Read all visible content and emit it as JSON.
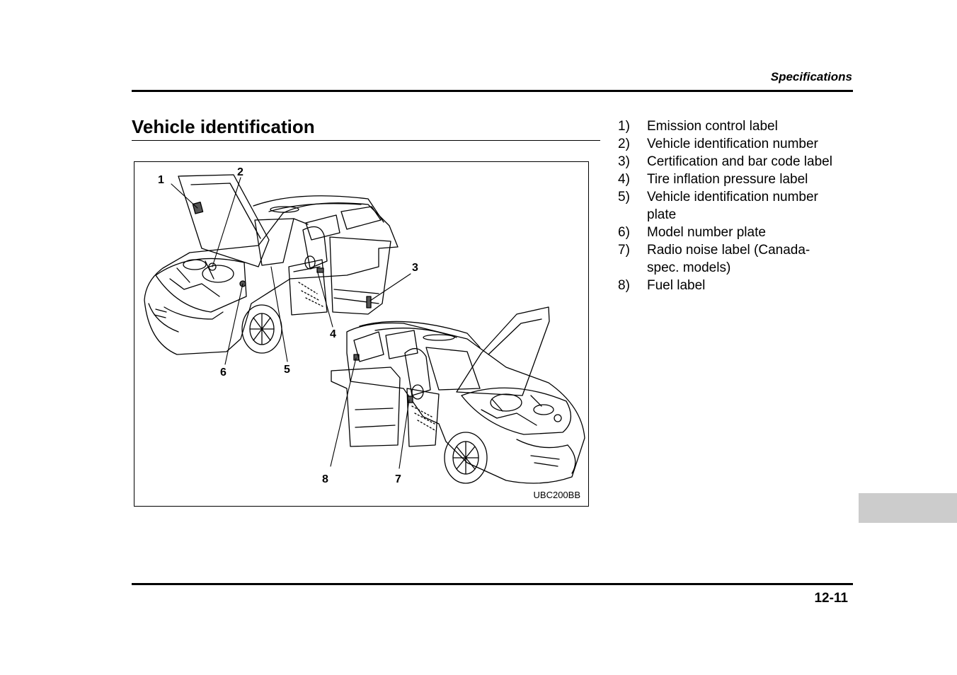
{
  "header": {
    "section": "Specifications"
  },
  "title": "Vehicle identification",
  "figure": {
    "callouts": [
      "1",
      "2",
      "3",
      "4",
      "5",
      "6",
      "7",
      "8"
    ],
    "code": "UBC200BB"
  },
  "legend": [
    {
      "num": "1)",
      "text": "Emission control label"
    },
    {
      "num": "2)",
      "text": "Vehicle identification number"
    },
    {
      "num": "3)",
      "text": "Certification and bar code label"
    },
    {
      "num": "4)",
      "text": "Tire inflation pressure label"
    },
    {
      "num": "5)",
      "text": "Vehicle identification number plate"
    },
    {
      "num": "6)",
      "text": "Model number plate"
    },
    {
      "num": "7)",
      "text": "Radio noise label (Canada-spec. models)"
    },
    {
      "num": "8)",
      "text": "Fuel label"
    }
  ],
  "footer": {
    "page": "12-11"
  }
}
